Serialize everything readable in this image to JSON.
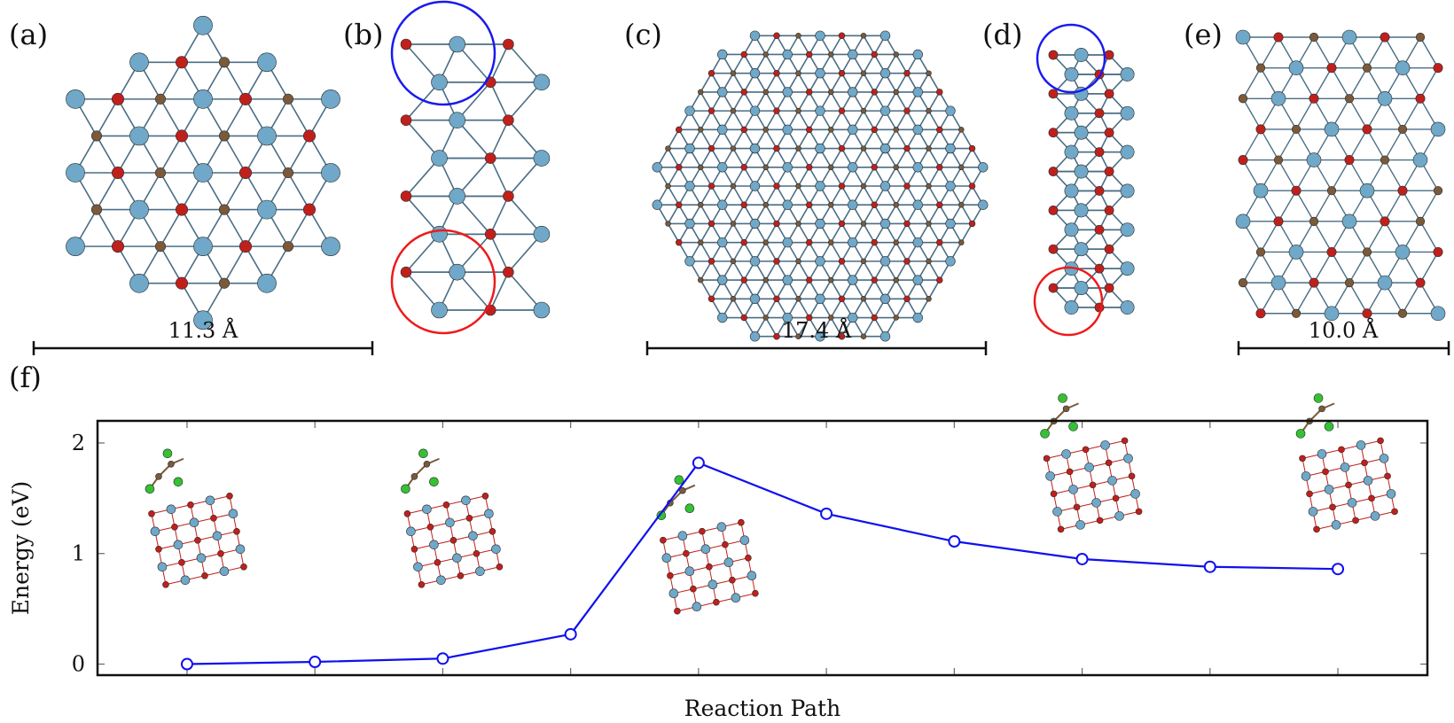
{
  "panels": {
    "a": {
      "label": "(a)",
      "scale": "11.3 Å"
    },
    "b": {
      "label": "(b)"
    },
    "c": {
      "label": "(c)",
      "scale": "17.4 Å"
    },
    "d": {
      "label": "(d)"
    },
    "e": {
      "label": "(e)",
      "scale": "10.0 Å"
    },
    "f": {
      "label": "(f)"
    }
  },
  "colors": {
    "titanium": "#6fa8c8",
    "oxygen": "#c0201c",
    "carbon": "#7a5a3a",
    "chlorine": "#33c233",
    "bond": "#4a6e86",
    "series": "#1010ee",
    "circle_blue": "#1a1aee",
    "circle_red": "#ee1a1a"
  },
  "chart_data": {
    "type": "line",
    "xlabel": "Reaction Path",
    "ylabel": "Energy (eV)",
    "xlim": [
      -0.7,
      9.7
    ],
    "ylim": [
      -0.1,
      2.2
    ],
    "yticks": [
      0,
      1,
      2
    ],
    "xticks": [
      0,
      1,
      2,
      3,
      4,
      5,
      6,
      7,
      8,
      9,
      10
    ],
    "grid": false,
    "series": [
      {
        "marker": "open-circle",
        "x": [
          0,
          1,
          2,
          3,
          4,
          5,
          6,
          7,
          8,
          9
        ],
        "y": [
          0.0,
          0.02,
          0.05,
          0.27,
          1.82,
          1.36,
          1.11,
          0.95,
          0.88,
          0.86
        ]
      }
    ],
    "insets": [
      {
        "near_x": 0,
        "icon": "molecule-on-surface-icon"
      },
      {
        "near_x": 2,
        "icon": "molecule-on-surface-icon"
      },
      {
        "near_x": 4,
        "icon": "molecule-on-surface-icon"
      },
      {
        "near_x": 7,
        "icon": "molecule-on-surface-icon"
      },
      {
        "near_x": 9,
        "icon": "molecule-on-surface-icon"
      }
    ]
  }
}
